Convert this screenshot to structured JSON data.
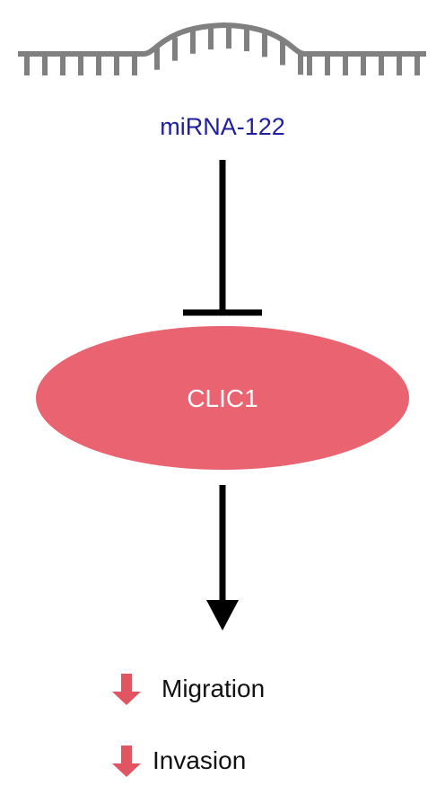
{
  "mirna": {
    "label": "miRNA-122",
    "icon": "mirna-hairpin-icon",
    "color": "#1f1fa0",
    "strand_color": "#808080"
  },
  "target": {
    "label": "CLIC1",
    "fill_color": "#e96370",
    "text_color": "#ffffff"
  },
  "inhibition": {
    "icon": "inhibition-bar-icon",
    "color": "#000000"
  },
  "activation": {
    "icon": "arrow-down-icon",
    "color": "#000000"
  },
  "outcomes": [
    {
      "label": "Migration",
      "icon": "decrease-arrow-icon",
      "arrow_color": "#e05561"
    },
    {
      "label": "Invasion",
      "icon": "decrease-arrow-icon",
      "arrow_color": "#e05561"
    }
  ]
}
